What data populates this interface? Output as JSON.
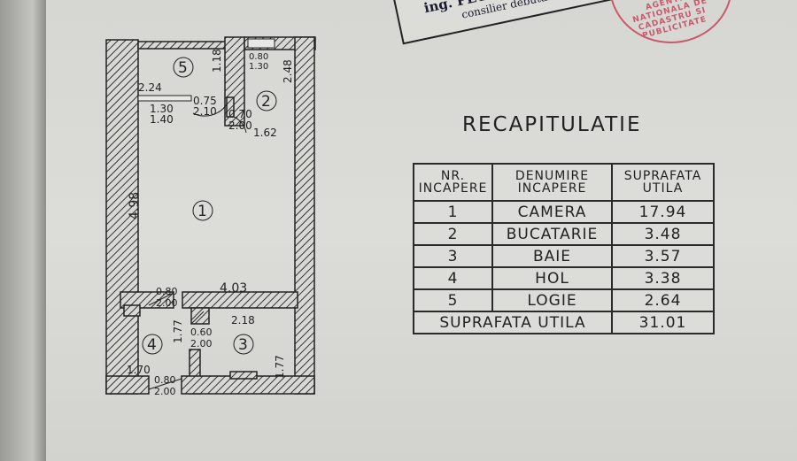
{
  "stamp": {
    "name": "ing. PETRE",
    "role": "consilier debutant",
    "seal_text": "AGENTIA NATIONALA DE CADASTRU SI PUBLICITATE"
  },
  "summary": {
    "title": "RECAPITULATIE",
    "headers": {
      "nr": "NR. INCAPERE",
      "name": "DENUMIRE INCAPERE",
      "area": "SUPRAFATA UTILA"
    },
    "rows": [
      {
        "nr": "1",
        "name": "CAMERA",
        "area": "17.94"
      },
      {
        "nr": "2",
        "name": "BUCATARIE",
        "area": "3.48"
      },
      {
        "nr": "3",
        "name": "BAIE",
        "area": "3.57"
      },
      {
        "nr": "4",
        "name": "HOL",
        "area": "3.38"
      },
      {
        "nr": "5",
        "name": "LOGIE",
        "area": "2.64"
      }
    ],
    "total_label": "SUPRAFATA UTILA",
    "total_value": "31.01"
  },
  "plan": {
    "rooms": [
      "1",
      "2",
      "3",
      "4",
      "5"
    ],
    "dims": {
      "logie_width": "2.24",
      "logie_depth": "1.18",
      "window_logie_w": "1.30",
      "window_logie_h": "1.40",
      "door_logie_w": "0.75",
      "door_logie_h": "2.10",
      "kitchen_window_w": "0.80",
      "kitchen_window_h": "1.30",
      "kitchen_depth": "2.48",
      "kitchen_width": "1.62",
      "kitchen_door_w": "0.70",
      "kitchen_door_h": "2.00",
      "room_depth": "4.98",
      "room_width": "4.03",
      "hall_door_w": "0.80",
      "hall_door_h": "2.00",
      "hall_depth": "1.77",
      "hall_width": "1.70",
      "bath_door_w": "0.60",
      "bath_door_h": "2.00",
      "bath_width": "2.18",
      "bath_depth": "1.77",
      "entry_door_w": "0.80",
      "entry_door_h": "2.00"
    }
  }
}
